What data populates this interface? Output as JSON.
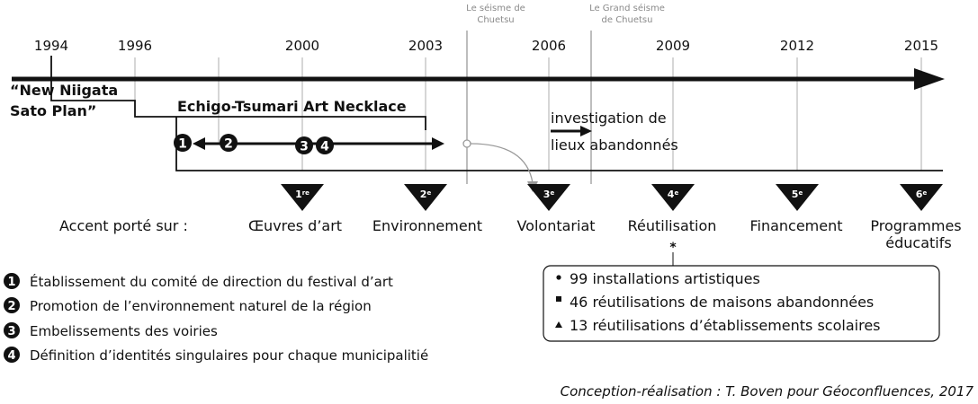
{
  "years": [
    "1994",
    "1996",
    "2000",
    "2003",
    "2006",
    "2009",
    "2012",
    "2015"
  ],
  "earthquakes": {
    "chuetsu": [
      "Le séisme de",
      "Chuetsu"
    ],
    "grand_chuetsu": [
      "Le Grand séisme",
      "de Chuetsu"
    ]
  },
  "plans": {
    "new_niigata": [
      "“New Niigata",
      "Sato Plan”"
    ],
    "necklace": "Echigo-Tsumari Art Necklace",
    "investigation": [
      "investigation de",
      "lieux abandonnés"
    ]
  },
  "markers": [
    "1",
    "2",
    "3",
    "4"
  ],
  "triangles": [
    {
      "num": "1",
      "sup": "re",
      "label": "Œuvres d’art"
    },
    {
      "num": "2",
      "sup": "e",
      "label": "Environnement"
    },
    {
      "num": "3",
      "sup": "e",
      "label": "Volontariat"
    },
    {
      "num": "4",
      "sup": "e",
      "label": "Réutilisation"
    },
    {
      "num": "5",
      "sup": "e",
      "label": "Financement"
    },
    {
      "num": "6",
      "sup": "e",
      "label": "Programmes",
      "label2": "éducatifs"
    }
  ],
  "accent_label": "Accent porté sur :",
  "asterisk": "*",
  "reuse_box": [
    {
      "bullet": "circle",
      "text": "99 installations artistiques"
    },
    {
      "bullet": "square",
      "text": "46 réutilisations de maisons abandonnées"
    },
    {
      "bullet": "triangle",
      "text": "13 réutilisations d’établissements scolaires"
    }
  ],
  "legend": [
    {
      "num": "1",
      "text": "Établissement du comité de direction du festival d’art"
    },
    {
      "num": "2",
      "text": "Promotion de l’environnement naturel de la région"
    },
    {
      "num": "3",
      "text": "Embelissements des voiries"
    },
    {
      "num": "4",
      "text": "Définition d’identités singulaires pour chaque municipalitié"
    }
  ],
  "credit": "Conception-réalisation : T. Boven pour Géoconfluences, 2017"
}
